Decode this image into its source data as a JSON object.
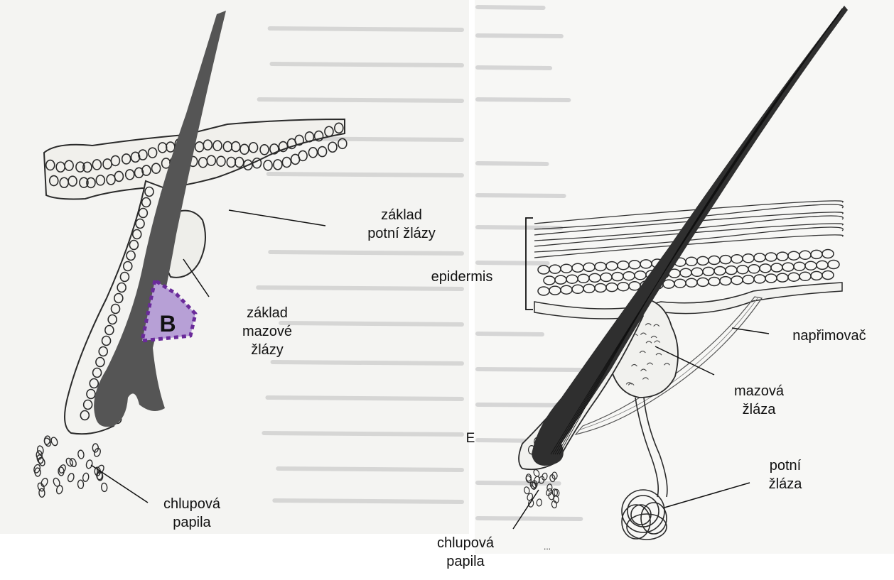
{
  "left_panel": {
    "region_marker": "B",
    "labels": {
      "sweat_gland_base": "základ\npotní žlázy",
      "sebaceous_gland_base": "základ\nmazové\nžlázy",
      "hair_papilla": "chlupová\npapila"
    }
  },
  "right_panel": {
    "stage_letter": "E",
    "labels": {
      "epidermis": "epidermis",
      "arrector": "napřimovač",
      "sebaceous_gland": "mazová\nžláza",
      "sweat_gland": "potní\nžláza",
      "hair_papilla": "chlupová\npapila"
    },
    "ellipsis": "..."
  },
  "colors": {
    "ink": "#2a2a2a",
    "hair": "#555555",
    "marker_fill": "#b7a0d6",
    "marker_border": "#6a2a9a",
    "page_bg": "#f4f4f2",
    "faint_text": "#c9c9c9"
  }
}
